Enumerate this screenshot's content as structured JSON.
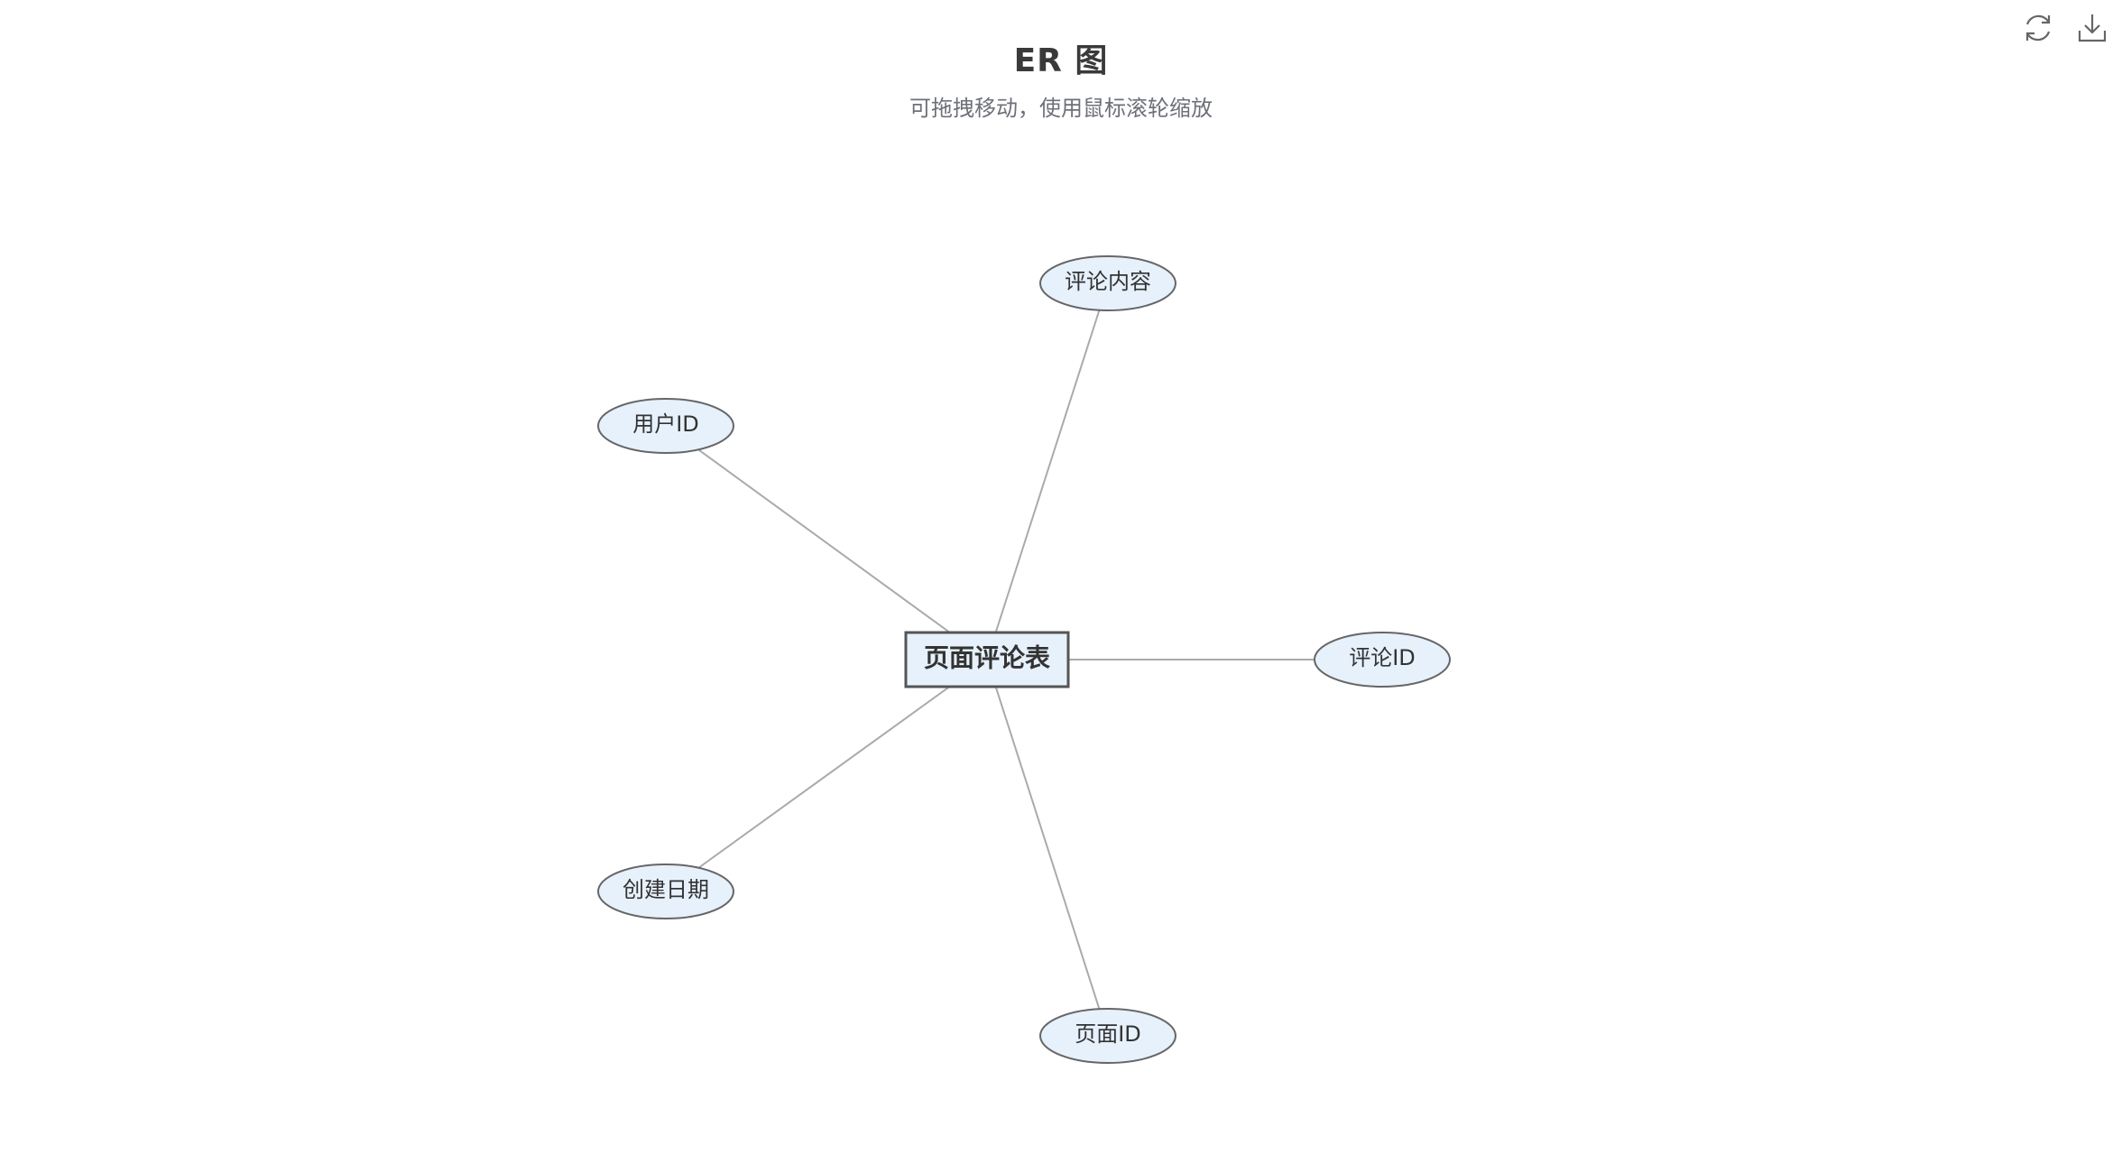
{
  "title": "ER 图",
  "subtitle": "可拖拽移动，使用鼠标滚轮缩放",
  "toolbox": {
    "restore_icon": "refresh-icon",
    "save_icon": "download-icon"
  },
  "colors": {
    "entity_fill": "#e6f1fc",
    "entity_stroke": "#555555",
    "attribute_fill": "#e6f1fc",
    "attribute_stroke": "#666666",
    "edge": "#aaaaaa",
    "text": "#333333"
  },
  "diagram": {
    "entity": {
      "id": "entity",
      "label": "页面评论表"
    },
    "attributes": [
      {
        "id": "attr-content",
        "label": "评论内容"
      },
      {
        "id": "attr-user-id",
        "label": "用户ID"
      },
      {
        "id": "attr-comment-id",
        "label": "评论ID"
      },
      {
        "id": "attr-created",
        "label": "创建日期"
      },
      {
        "id": "attr-page-id",
        "label": "页面ID"
      }
    ],
    "relations": [
      {
        "from": "entity",
        "to": "attr-content"
      },
      {
        "from": "entity",
        "to": "attr-user-id"
      },
      {
        "from": "entity",
        "to": "attr-comment-id"
      },
      {
        "from": "entity",
        "to": "attr-created"
      },
      {
        "from": "entity",
        "to": "attr-page-id"
      }
    ]
  }
}
